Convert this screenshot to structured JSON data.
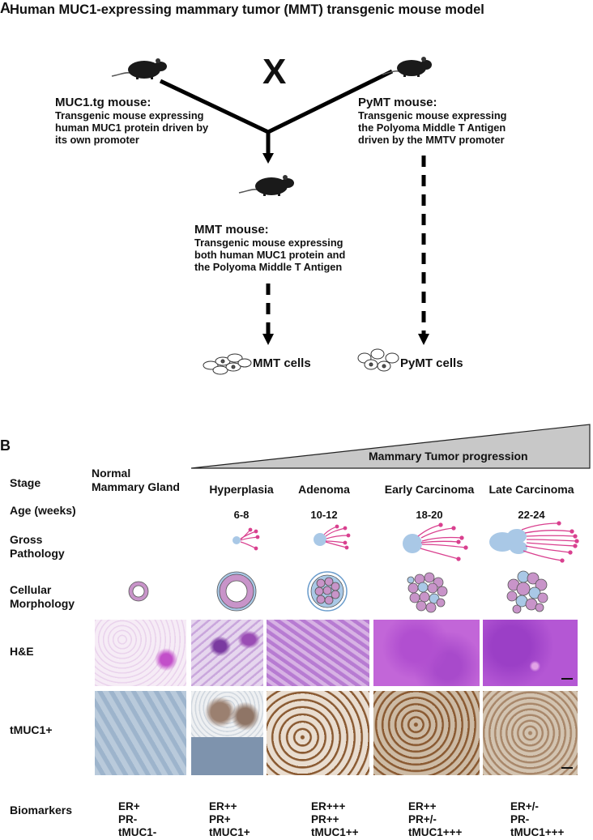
{
  "title": "Human MUC1-expressing mammary tumor (MMT) transgenic mouse model",
  "panel_a": {
    "label": "A",
    "cross": "X",
    "muc1": {
      "name": "MUC1.tg mouse:",
      "desc": [
        "Transgenic mouse expressing",
        "human MUC1 protein driven by",
        "its own promoter"
      ]
    },
    "pymt": {
      "name": "PyMT mouse:",
      "desc": [
        "Transgenic mouse expressing",
        "the Polyoma Middle T Antigen",
        "driven by the MMTV promoter"
      ]
    },
    "mmt": {
      "name": "MMT mouse:",
      "desc": [
        "Transgenic mouse expressing",
        "both human MUC1 protein and",
        "the Polyoma Middle T Antigen"
      ]
    },
    "mmt_cells": "MMT cells",
    "pymt_cells": "PyMT cells"
  },
  "panel_b": {
    "label": "B",
    "progression": "Mammary Tumor progression",
    "row_labels": {
      "stage": "Stage",
      "age": "Age (weeks)",
      "gross": [
        "Gross",
        "Pathology"
      ],
      "cellular": [
        "Cellular",
        "Morphology"
      ],
      "he": "H&E",
      "tmuc1": "tMUC1+",
      "biomarkers": "Biomarkers"
    },
    "normal": [
      "Normal",
      "Mammary Gland"
    ],
    "stages": [
      "Hyperplasia",
      "Adenoma",
      "Early Carcinoma",
      "Late Carcinoma"
    ],
    "ages": [
      "6-8",
      "10-12",
      "18-20",
      "22-24"
    ],
    "biomarkers": [
      [
        "ER+",
        "PR-",
        "tMUC1-"
      ],
      [
        "ER++",
        "PR+",
        "tMUC1+"
      ],
      [
        "ER+++",
        "PR++",
        "tMUC1++"
      ],
      [
        "ER++",
        "PR+/-",
        "tMUC1+++"
      ],
      [
        "ER+/-",
        "PR-",
        "tMUC1+++"
      ]
    ]
  },
  "colors": {
    "cell_pink": "#c894c9",
    "cell_blue": "#a9c8e6",
    "gross_pink": "#d9408f",
    "he_purple": "#b04cc8",
    "ihc_brown": "#8a5a32",
    "triangle_grey": "#c8c8c8"
  }
}
